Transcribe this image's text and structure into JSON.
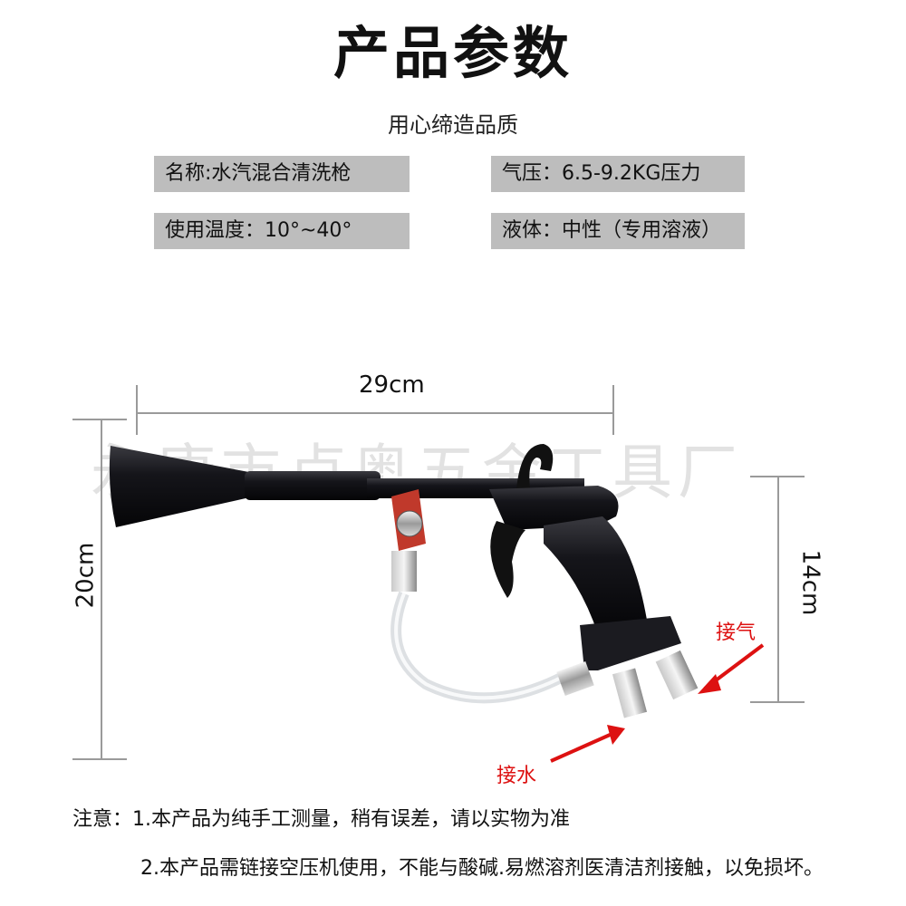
{
  "title": "产品参数",
  "subtitle": "用心缔造品质",
  "specs": {
    "name": "名称:水汽混合清洗枪",
    "pressure": "气压：6.5-9.2KG压力",
    "temperature": "使用温度：10°~40°",
    "liquid": "液体：中性（专用溶液）"
  },
  "dimensions": {
    "length": "29cm",
    "height": "20cm",
    "handle": "14cm"
  },
  "watermark": "永康市卢奥五金工具厂",
  "labels": {
    "air": "接气",
    "water": "接水"
  },
  "notes": {
    "note1": "注意：1.本产品为纯手工测量，稍有误差，请以实物为准",
    "note2": "2.本产品需链接空压机使用，不能与酸碱.易燃溶剂医清洁剂接触，以免损坏。"
  },
  "colors": {
    "spec_bg": "#bdbdbd",
    "dimension_line": "#9a9a9a",
    "arrow": "#dd1111",
    "gun_body": "#1a1a1e",
    "valve": "#c0392b"
  }
}
